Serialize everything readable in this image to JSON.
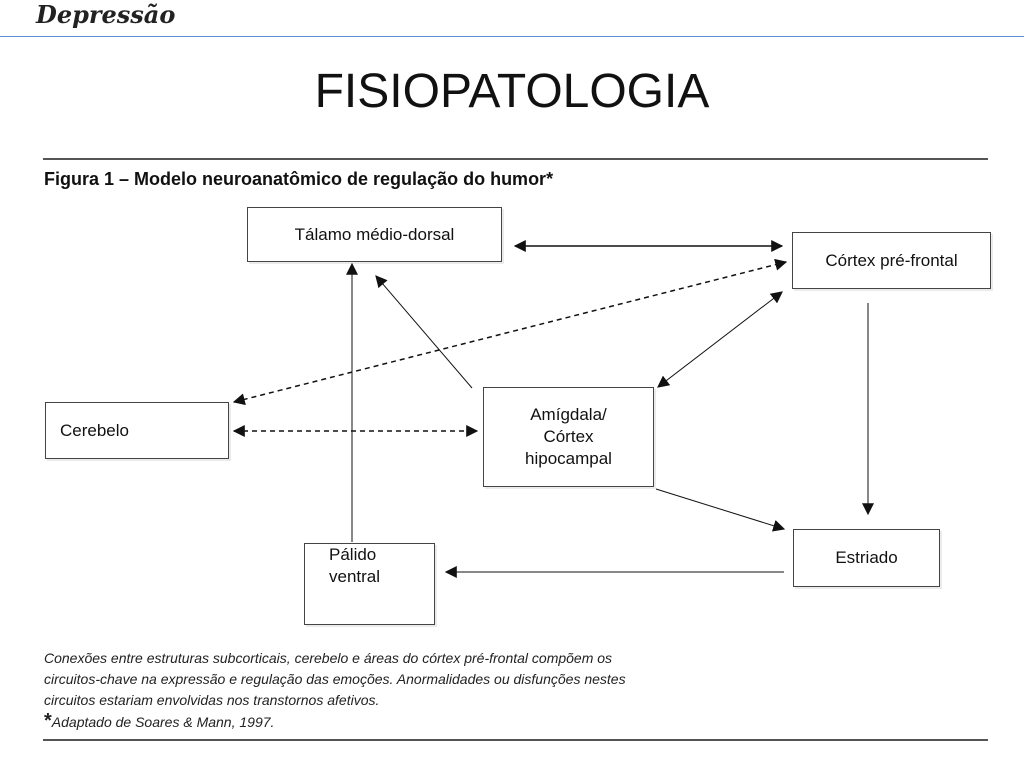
{
  "header": {
    "title": "Depressão"
  },
  "slide": {
    "title": "FISIOPATOLOGIA"
  },
  "figure": {
    "caption": "Figura 1 – Modelo neuroanatômico de regulação do humor*",
    "nodes": {
      "talamo": "Tálamo médio-dorsal",
      "cortex_pre_frontal": "Córtex pré-frontal",
      "cerebelo": "Cerebelo",
      "amigdala_line1": "Amígdala/",
      "amigdala_line2": "Córtex",
      "amigdala_line3": "hipocampal",
      "estriado": "Estriado",
      "palido_line1": "Pálido",
      "palido_line2": "ventral"
    },
    "footnote": {
      "line1": "Conexões entre estruturas subcorticais, cerebelo e áreas do córtex pré-frontal compõem os",
      "line2": "circuitos-chave na expressão e regulação das emoções. Anormalidades ou disfunções nestes",
      "line3": "circuitos estariam envolvidas nos transtornos afetivos.",
      "star": "*",
      "source": "Adaptado de Soares & Mann, 1997."
    }
  },
  "colors": {
    "header_line": "#5b8fd6",
    "arrow": "#111111",
    "box_border": "#444444"
  }
}
